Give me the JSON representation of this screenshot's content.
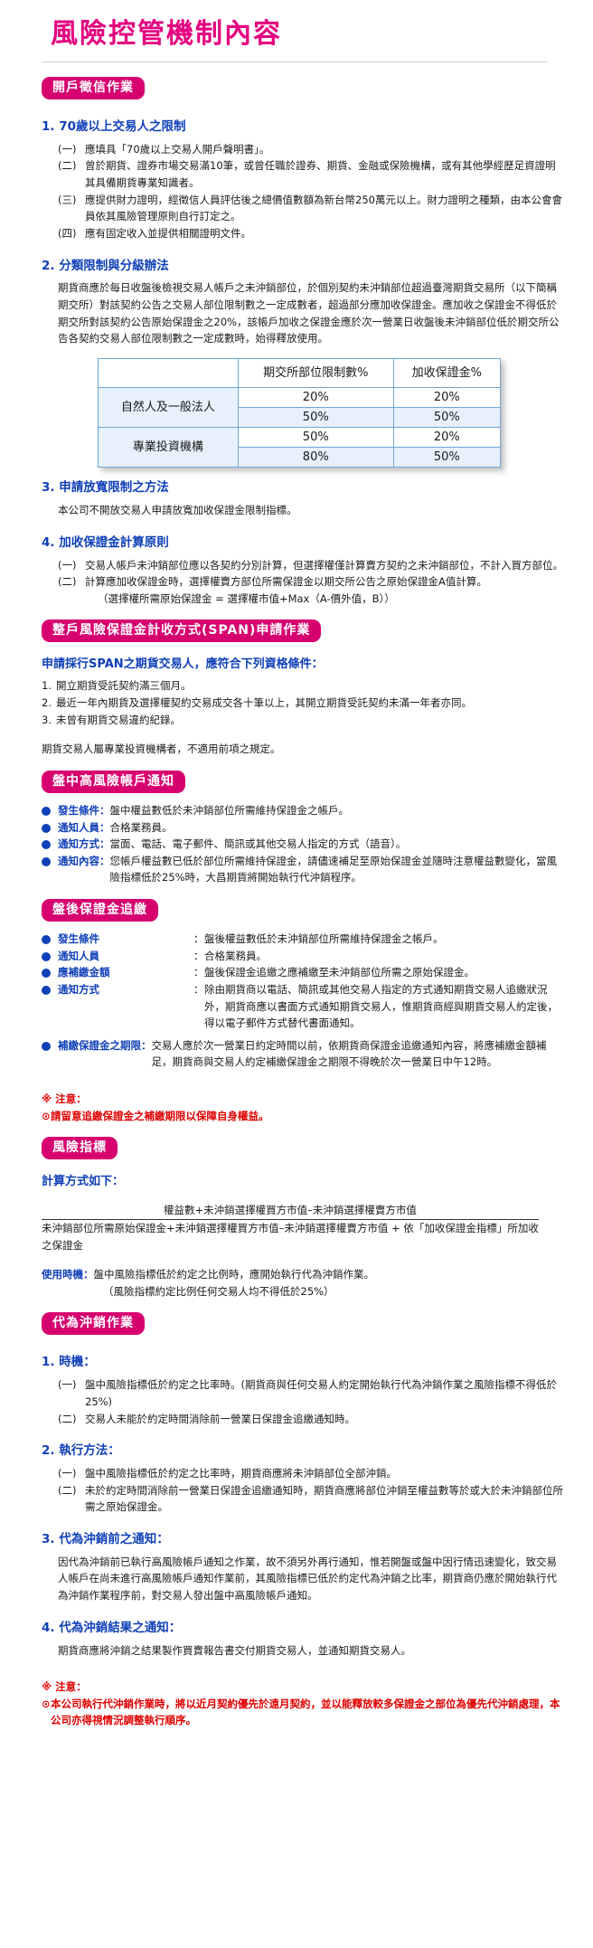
{
  "title": "風險控管機制內容",
  "sec1": {
    "badge": "開戶徵信作業",
    "h1": "1. 70歲以上交易人之限制",
    "items1": [
      {
        "n": "(一)",
        "t": "應填具「70歲以上交易人開戶聲明書」。"
      },
      {
        "n": "(二)",
        "t": "曾於期貨、證券市場交易滿10筆，或曾任職於證券、期貨、金融或保險機構，或有其他學經歷足資證明其具備期貨專業知識者。"
      },
      {
        "n": "(三)",
        "t": "應提供財力證明，經徵信人員評估後之總價值數額為新台幣250萬元以上。財力證明之種類，由本公會會員依其風險管理原則自行訂定之。"
      },
      {
        "n": "(四)",
        "t": "應有固定收入並提供相關證明文件。"
      }
    ],
    "h2": "2. 分類限制與分級辦法",
    "p2": "期貨商應於每日收盤後檢視交易人帳戶之未沖銷部位，於個別契約未沖銷部位超過臺灣期貨交易所（以下簡稱期交所）對該契約公告之交易人部位限制數之一定成數者，超過部分應加收保證金。應加收之保證金不得低於期交所對該契約公告原始保證金之20%，該帳戶加收之保證金應於次一營業日收盤後未沖銷部位低於期交所公告各契約交易人部位限制數之一定成數時，始得釋放使用。",
    "table": {
      "h_limit": "期交所部位限制數%",
      "h_margin": "加收保證金%",
      "row1_label": "自然人及一般法人",
      "row2_label": "專業投資機構",
      "r1": [
        "20%",
        "20%"
      ],
      "r2": [
        "50%",
        "50%"
      ],
      "r3": [
        "50%",
        "20%"
      ],
      "r4": [
        "80%",
        "50%"
      ]
    },
    "h3": "3. 申請放寬限制之方法",
    "p3": "本公司不開放交易人申請放寬加收保證金限制指標。",
    "h4": "4. 加收保證金計算原則",
    "items4": [
      {
        "n": "(一)",
        "t": "交易人帳戶未沖銷部位應以各契約分別計算，但選擇權僅計算賣方契約之未沖銷部位，不計入買方部位。"
      },
      {
        "n": "(二)",
        "t": "計算應加收保證金時，選擇權賣方部位所需保證金以期交所公告之原始保證金A值計算。"
      }
    ],
    "formula4": "（選擇權所需原始保證金 = 選擇權市值+Max（A-價外值，B））"
  },
  "sec2": {
    "badge": "整戶風險保證金計收方式(SPAN)申請作業",
    "head": "申請採行SPAN之期貨交易人，應符合下列資格條件：",
    "items": [
      {
        "n": "1.",
        "t": "開立期貨受託契約滿三個月。"
      },
      {
        "n": "2.",
        "t": "最近一年內期貨及選擇權契約交易成交各十筆以上，其開立期貨受託契約未滿一年者亦同。"
      },
      {
        "n": "3.",
        "t": "未曾有期貨交易違約紀錄。"
      }
    ],
    "note": "期貨交易人屬專業投資機構者，不適用前項之規定。"
  },
  "sec3": {
    "badge": "盤中高風險帳戶通知",
    "items": [
      {
        "k": "發生條件：",
        "v": "盤中權益數低於未沖銷部位所需維持保證金之帳戶。"
      },
      {
        "k": "通知人員：",
        "v": "合格業務員。"
      },
      {
        "k": "通知方式：",
        "v": "當面、電話、電子郵件、簡訊或其他交易人指定的方式（語音）。"
      },
      {
        "k": "通知內容：",
        "v": "您帳戶權益數已低於部位所需維持保證金，請儘速補足至原始保證金並隨時注意權益數變化，當風險指標低於25%時，大昌期貨將開始執行代沖銷程序。"
      }
    ]
  },
  "sec4": {
    "badge": "盤後保證金追繳",
    "items": [
      {
        "k": "發生條件",
        "v": "盤後權益數低於未沖銷部位所需維持保證金之帳戶。"
      },
      {
        "k": "通知人員",
        "v": "合格業務員。"
      },
      {
        "k": "應補繳金額",
        "v": "盤後保證金追繳之應補繳至未沖銷部位所需之原始保證金。"
      },
      {
        "k": "通知方式",
        "v": "除由期貨商以電話、簡訊或其他交易人指定的方式通知期貨交易人追繳狀況外，期貨商應以書面方式通知期貨交易人，惟期貨商經與期貨交易人約定後，得以電子郵件方式替代書面通知。"
      }
    ],
    "deadline_k": "補繳保證金之期限：",
    "deadline_v": "交易人應於次一營業日約定時間以前，依期貨商保證金追繳通知內容，將應補繳金額補足，期貨商與交易人約定補繳保證金之期限不得晚於次一營業日中午12時。",
    "note_h": "※ 注意：",
    "note_mark": "⊙",
    "note_t": "請留意追繳保證金之補繳期限以保障自身權益。"
  },
  "sec5": {
    "badge": "風險指標",
    "head": "計算方式如下：",
    "numerator": "權益數+未沖銷選擇權買方市值–未沖銷選擇權賣方市值",
    "denominator": "未沖銷部位所需原始保證金+未沖銷選擇權買方市值–未沖銷選擇權賣方市值 + 依「加收保證金指標」所加收之保證金",
    "usage_k": "使用時機：",
    "usage_v1": "盤中風險指標低於約定之比例時，應開始執行代為沖銷作業。",
    "usage_v2": "（風險指標約定比例任何交易人均不得低於25%）"
  },
  "sec6": {
    "badge": "代為沖銷作業",
    "h1": "1. 時機：",
    "items1": [
      {
        "n": "(一)",
        "t": "盤中風險指標低於約定之比率時。(期貨商與任何交易人約定開始執行代為沖銷作業之風險指標不得低於25%)"
      },
      {
        "n": "(二)",
        "t": "交易人未能於約定時間消除前一營業日保證金追繳通知時。"
      }
    ],
    "h2": "2. 執行方法：",
    "items2": [
      {
        "n": "(一)",
        "t": "盤中風險指標低於約定之比率時，期貨商應將未沖銷部位全部沖銷。"
      },
      {
        "n": "(二)",
        "t": "未於約定時間消除前一營業日保證金追繳通知時，期貨商應將部位沖銷至權益數等於或大於未沖銷部位所需之原始保證金。"
      }
    ],
    "h3": "3. 代為沖銷前之通知：",
    "p3": "因代為沖銷前已執行高風險帳戶通知之作業，故不須另外再行通知，惟若開盤或盤中因行情迅速變化，致交易人帳戶在尚未進行高風險帳戶通知作業前，其風險指標已低於約定代為沖銷之比率，期貨商仍應於開始執行代為沖銷作業程序前，對交易人發出盤中高風險帳戶通知。",
    "h4": "4. 代為沖銷結果之通知：",
    "p4": "期貨商應將沖銷之結果製作買賣報告書交付期貨交易人，並通知期貨交易人。",
    "note_h": "※ 注意：",
    "note_mark": "⊙",
    "note_t": "本公司執行代沖銷作業時，將以近月契約優先於遠月契約，並以能釋放較多保證金之部位為優先代沖銷處理，本公司亦得視情況調整執行順序。"
  }
}
